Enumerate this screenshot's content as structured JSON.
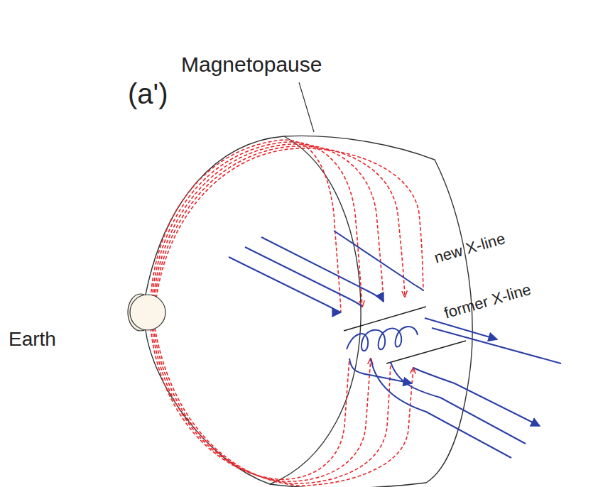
{
  "diagram": {
    "labels": [
      "Magnetopause",
      "(a')",
      "Earth",
      "new X-line",
      "former X-line"
    ]
  }
}
